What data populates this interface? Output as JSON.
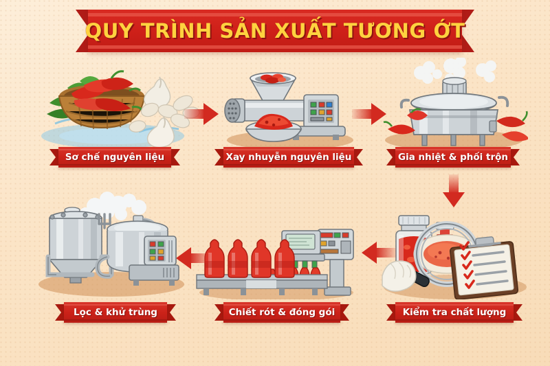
{
  "title": "QUY TRÌNH SẢN XUẤT TƯƠNG ỚT",
  "theme": {
    "background": "#fbe4c6",
    "banner_red": "#cf2019",
    "banner_dark_red": "#b01c17",
    "title_gold": "#ffd23f",
    "label_red": "#cc2219",
    "arrow_red": "#d22a20",
    "steel_gray": "#c9cfd3",
    "chili_red": "#d62a1e",
    "ground_tan": "#cf8f57"
  },
  "steps": [
    {
      "index": 1,
      "label": "Sơ chế nguyên liệu",
      "illustration": "basket-of-chilies-garlic-washing",
      "elements": [
        "woven-basket",
        "red-chilies",
        "green-leaves",
        "garlic-bulbs",
        "garlic-cloves",
        "water-ripples"
      ]
    },
    {
      "index": 2,
      "label": "Xay nhuyễn nguyên liệu",
      "illustration": "industrial-grinder-mill",
      "elements": [
        "steel-hopper",
        "chili-chunks",
        "perforated-plate",
        "control-panel",
        "paste-bowl"
      ]
    },
    {
      "index": 3,
      "label": "Gia nhiệt & phối trộn",
      "illustration": "steam-jacketed-mixing-kettle",
      "elements": [
        "steel-kettle",
        "top-motor",
        "steam-clouds",
        "red-chilies",
        "kettle-legs"
      ]
    },
    {
      "index": 4,
      "label": "Kiểm tra chất lượng",
      "illustration": "quality-inspection",
      "elements": [
        "sauce-jar",
        "sauce-bottle",
        "magnifying-glass",
        "gloved-hand",
        "sample-dish",
        "clipboard-checklist"
      ],
      "checklist_items": 5,
      "checkmarks": 5
    },
    {
      "index": 5,
      "label": "Chiết rót & đóng gói",
      "illustration": "bottling-filling-line",
      "elements": [
        "conveyor-belt",
        "capped-bottles",
        "filling-nozzles",
        "small-bottles",
        "control-cabinet",
        "display-screen"
      ],
      "capped_bottles": 4,
      "filling_bottles": 5
    },
    {
      "index": 6,
      "label": "Lọc & khử trùng",
      "illustration": "filtration-sterilization-tanks",
      "elements": [
        "filter-tank",
        "sterilizer-tank",
        "pipes",
        "steam-clouds",
        "control-panel"
      ]
    }
  ],
  "flow": {
    "arrows": [
      {
        "name": "arrow-step1-to-step2",
        "direction": "right"
      },
      {
        "name": "arrow-step2-to-step3",
        "direction": "right"
      },
      {
        "name": "arrow-step3-to-step4",
        "direction": "down"
      },
      {
        "name": "arrow-step4-to-step5",
        "direction": "left"
      },
      {
        "name": "arrow-step5-to-step6",
        "direction": "left"
      }
    ]
  }
}
